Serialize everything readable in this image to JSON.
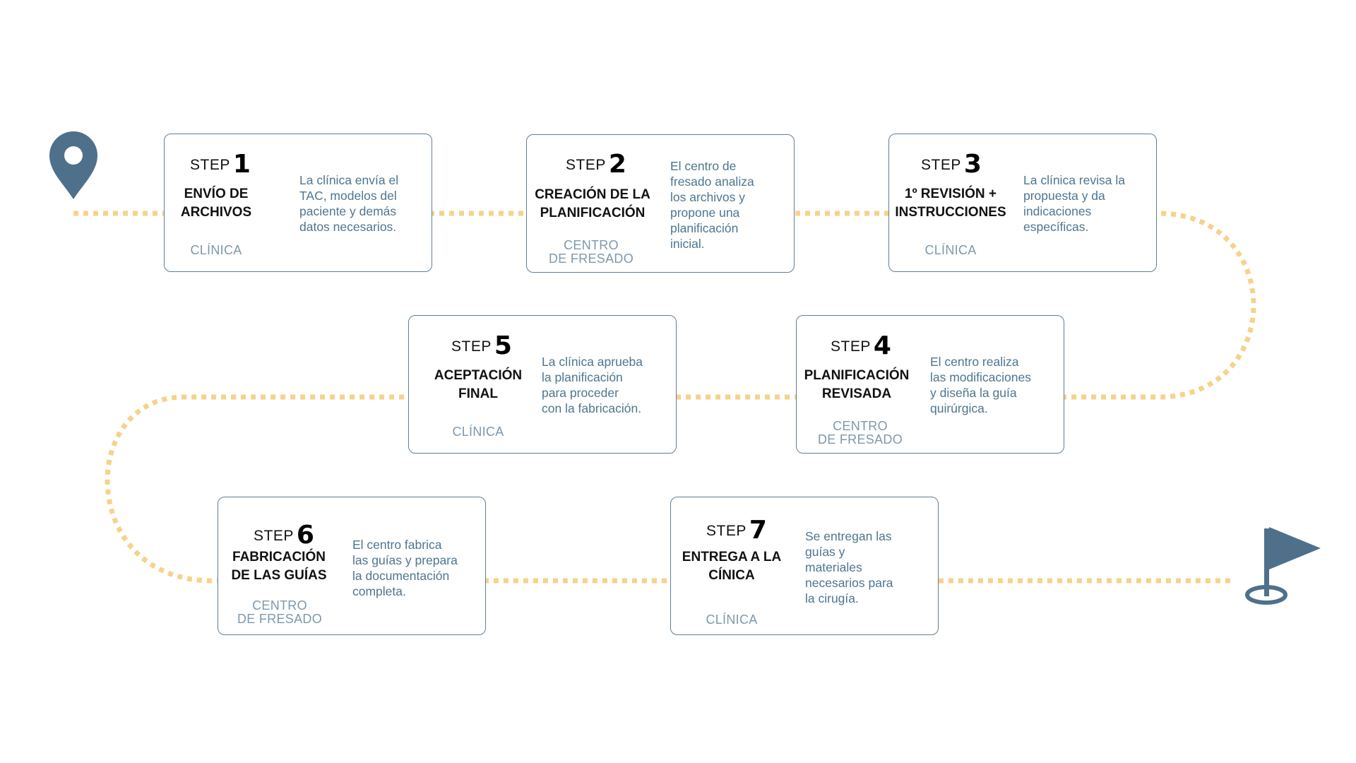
{
  "colors": {
    "path": "#f6d28a",
    "icon": "#4e708b",
    "border": "#5e7f97",
    "description": "#4f7590",
    "role": "#7d98ad",
    "title": "#111111"
  },
  "icons": {
    "start": "map-pin-icon",
    "end": "golf-flag-icon"
  },
  "steps": [
    {
      "label": "STEP",
      "number": "1",
      "title": "ENVÍO DE\nARCHIVOS",
      "role": "CLÍNICA",
      "description": "La clínica envía el\nTAC, modelos del\npaciente y demás\ndatos necesarios."
    },
    {
      "label": "STEP",
      "number": "2",
      "title": "CREACIÓN DE LA\nPLANIFICACIÓN",
      "role": "CENTRO\nDE FRESADO",
      "description": "El centro de\nfresado analiza\nlos archivos y\npropone una\nplanificación\ninicial."
    },
    {
      "label": "STEP",
      "number": "3",
      "title": "1º REVISIÓN +\nINSTRUCCIONES",
      "role": "CLÍNICA",
      "description": "La clínica revisa la\npropuesta y da\nindicaciones\nespecíficas."
    },
    {
      "label": "STEP",
      "number": "4",
      "title": "PLANIFICACIÓN\nREVISADA",
      "role": "CENTRO\nDE FRESADO",
      "description": "El centro realiza\nlas modificaciones\ny diseña la guía\nquirúrgica."
    },
    {
      "label": "STEP",
      "number": "5",
      "title": "ACEPTACIÓN\nFINAL",
      "role": "CLÍNICA",
      "description": "La clínica aprueba\nla planificación\npara proceder\ncon la fabricación."
    },
    {
      "label": "STEP",
      "number": "6",
      "title": "FABRICACIÓN\nDE LAS GUÍAS",
      "role": "CENTRO\nDE FRESADO",
      "description": "El centro fabrica\nlas guías y prepara\nla documentación\ncompleta."
    },
    {
      "label": "STEP",
      "number": "7",
      "title": "ENTREGA  A LA\nCÍNICA",
      "role": "CLÍNICA",
      "description": "Se entregan las\nguías y\nmateriales\nnecesarios para\nla cirugía."
    }
  ]
}
